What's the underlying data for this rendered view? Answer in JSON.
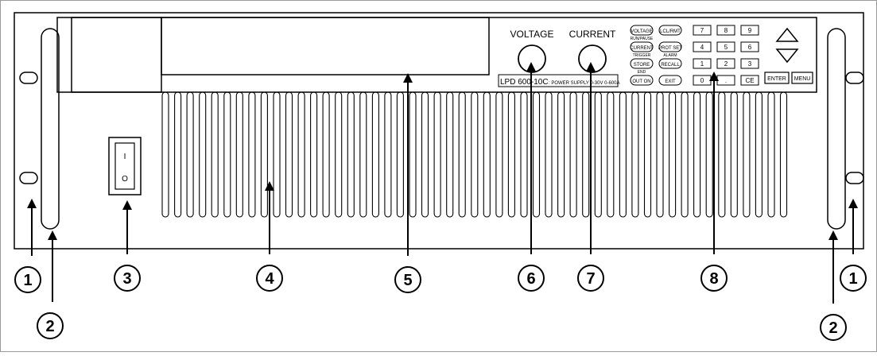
{
  "panel": {
    "knob_labels": [
      "VOLTAGE",
      "CURRENT"
    ],
    "model_text": "LPD 600-10C",
    "model_desc": ": POWER SUPPLY 0-30V 0-600A",
    "function_keys": [
      {
        "label": "VOLTAGE",
        "sub": "RUN/PAUSE"
      },
      {
        "label": "CURRENT",
        "sub": "TRIGGER"
      },
      {
        "label": "STORE",
        "sub": "END"
      },
      {
        "label": "OUT ON",
        "sub": ""
      }
    ],
    "function_keys_2": [
      {
        "label": "LCL/RMT",
        "sub": ""
      },
      {
        "label": "PROT SET",
        "sub": "ALARM"
      },
      {
        "label": "RECALL",
        "sub": ""
      },
      {
        "label": "EXIT",
        "sub": ""
      }
    ],
    "numeric_keys": [
      [
        "7",
        "8",
        "9"
      ],
      [
        "4",
        "5",
        "6"
      ],
      [
        "1",
        "2",
        "3"
      ],
      [
        "0",
        ".",
        "CE"
      ]
    ],
    "enter_label": "ENTER",
    "menu_label": "MENU",
    "switch_on": "I",
    "switch_off": "O"
  },
  "callouts": [
    {
      "id": "c1l",
      "num": "1"
    },
    {
      "id": "c2l",
      "num": "2"
    },
    {
      "id": "c3",
      "num": "3"
    },
    {
      "id": "c4",
      "num": "4"
    },
    {
      "id": "c5",
      "num": "5"
    },
    {
      "id": "c6",
      "num": "6"
    },
    {
      "id": "c7",
      "num": "7"
    },
    {
      "id": "c8",
      "num": "8"
    },
    {
      "id": "c2r",
      "num": "2"
    },
    {
      "id": "c1r",
      "num": "1"
    }
  ]
}
